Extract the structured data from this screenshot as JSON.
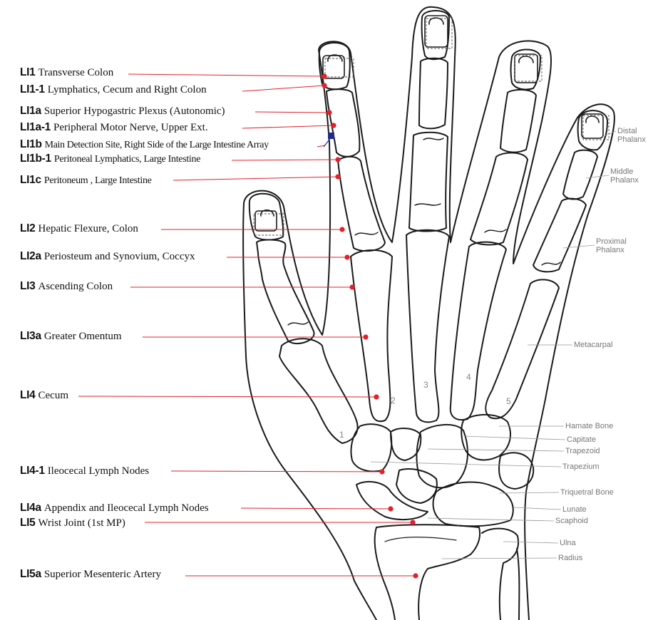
{
  "points": [
    {
      "code": "LI1",
      "text": "Transverse Colon"
    },
    {
      "code": "LI1-1",
      "text": "Lymphatics, Cecum and Right Colon"
    },
    {
      "code": "LI1a",
      "text": "Superior Hypogastric Plexus (Autonomic)"
    },
    {
      "code": "LI1a-1",
      "text": "Peripheral Motor Nerve, Upper Ext."
    },
    {
      "code": "LI1b",
      "text": "Main Detection Site, Right Side of the Large Intestine Array"
    },
    {
      "code": "LI1b-1",
      "text": "Peritoneal Lymphatics, Large Intestine"
    },
    {
      "code": "LI1c",
      "text": "Peritoneum , Large Intestine"
    },
    {
      "code": "LI2",
      "text": "Hepatic Flexure, Colon"
    },
    {
      "code": "LI2a",
      "text": "Periosteum  and Synovium, Coccyx"
    },
    {
      "code": "LI3",
      "text": "Ascending Colon"
    },
    {
      "code": "LI3a",
      "text": "Greater Omentum"
    },
    {
      "code": "LI4",
      "text": "Cecum"
    },
    {
      "code": "LI4-1",
      "text": "Ileocecal Lymph Nodes"
    },
    {
      "code": "LI4a",
      "text": "Appendix and Ileocecal Lymph Nodes"
    },
    {
      "code": "LI5",
      "text": "Wrist Joint (1st MP)"
    },
    {
      "code": "LI5a",
      "text": "Superior Mesenteric Artery"
    }
  ],
  "bones": {
    "distal_phalanx": [
      "Distal",
      "Phalanx"
    ],
    "middle_phalanx": [
      "Middle",
      "Phalanx"
    ],
    "proximal_phalanx": [
      "Proximal",
      "Phalanx"
    ],
    "metacarpal": "Metacarpal",
    "hamate": "Hamate Bone",
    "capitate": "Capitate",
    "trapezoid": "Trapezoid",
    "trapezium": "Trapezium",
    "triquetral": "Triquetral Bone",
    "lunate": "Lunate",
    "scaphoid": "Scaphoid",
    "ulna": "Ulna",
    "radius": "Radius"
  },
  "metacarpal_numbers": [
    "1",
    "2",
    "3",
    "4",
    "5"
  ],
  "colors": {
    "leader": "#e5202a",
    "dot": "#e5202a",
    "marker": "#1f2a8c",
    "outline": "#1a1a1a",
    "bone_leader": "#999999"
  }
}
